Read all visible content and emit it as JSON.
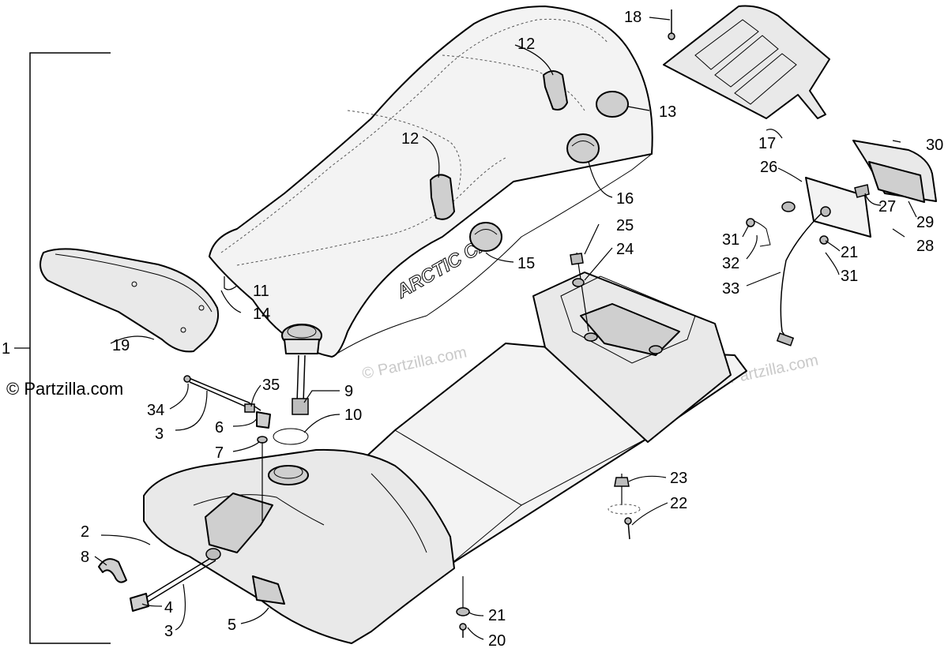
{
  "copyright": "© Partzilla.com",
  "watermark": "© Partzilla.com",
  "seat_logo": "ARCTIC CAT",
  "callouts": [
    {
      "id": "c1",
      "label": "1"
    },
    {
      "id": "c2",
      "label": "2"
    },
    {
      "id": "c3a",
      "label": "3"
    },
    {
      "id": "c3b",
      "label": "3"
    },
    {
      "id": "c4",
      "label": "4"
    },
    {
      "id": "c5",
      "label": "5"
    },
    {
      "id": "c6",
      "label": "6"
    },
    {
      "id": "c7",
      "label": "7"
    },
    {
      "id": "c8",
      "label": "8"
    },
    {
      "id": "c9",
      "label": "9"
    },
    {
      "id": "c10",
      "label": "10"
    },
    {
      "id": "c11",
      "label": "11"
    },
    {
      "id": "c12a",
      "label": "12"
    },
    {
      "id": "c12b",
      "label": "12"
    },
    {
      "id": "c13",
      "label": "13"
    },
    {
      "id": "c14",
      "label": "14"
    },
    {
      "id": "c15",
      "label": "15"
    },
    {
      "id": "c16",
      "label": "16"
    },
    {
      "id": "c17",
      "label": "17"
    },
    {
      "id": "c18",
      "label": "18"
    },
    {
      "id": "c19",
      "label": "19"
    },
    {
      "id": "c20",
      "label": "20"
    },
    {
      "id": "c21a",
      "label": "21"
    },
    {
      "id": "c21b",
      "label": "21"
    },
    {
      "id": "c22",
      "label": "22"
    },
    {
      "id": "c23",
      "label": "23"
    },
    {
      "id": "c24",
      "label": "24"
    },
    {
      "id": "c25",
      "label": "25"
    },
    {
      "id": "c26",
      "label": "26"
    },
    {
      "id": "c27",
      "label": "27"
    },
    {
      "id": "c28",
      "label": "28"
    },
    {
      "id": "c29",
      "label": "29"
    },
    {
      "id": "c30",
      "label": "30"
    },
    {
      "id": "c31a",
      "label": "31"
    },
    {
      "id": "c31b",
      "label": "31"
    },
    {
      "id": "c32",
      "label": "32"
    },
    {
      "id": "c33",
      "label": "33"
    },
    {
      "id": "c34",
      "label": "34"
    },
    {
      "id": "c35",
      "label": "35"
    }
  ]
}
